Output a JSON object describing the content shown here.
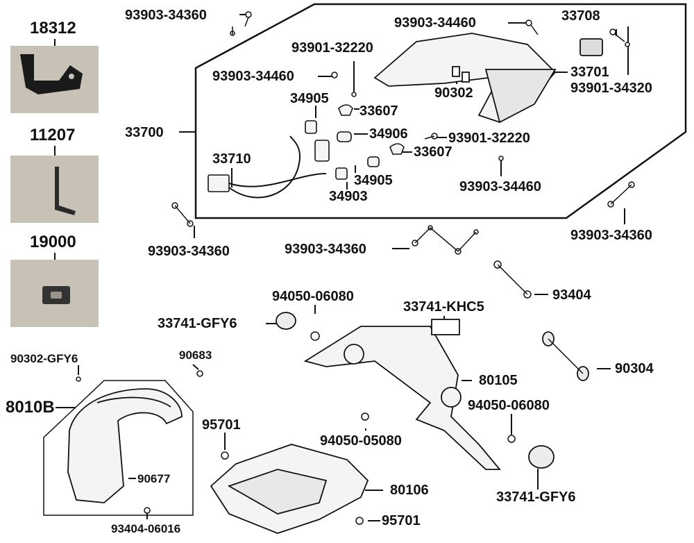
{
  "thumbnails": [
    {
      "part": "18312",
      "name": "bracket"
    },
    {
      "part": "11207",
      "name": "hex-key"
    },
    {
      "part": "19000",
      "name": "clip-nut"
    }
  ],
  "labels": {
    "p_93903_34360_a": "93903-34360",
    "p_93903_34460_a": "93903-34460",
    "p_33708": "33708",
    "p_93901_32220_a": "93901-32220",
    "p_93903_34460_b": "93903-34460",
    "p_33701": "33701",
    "p_93901_34320": "93901-34320",
    "p_90302": "90302",
    "p_34905_a": "34905",
    "p_33607_a": "33607",
    "p_33700": "33700",
    "p_34906": "34906",
    "p_93901_32220_b": "93901-32220",
    "p_33710": "33710",
    "p_33607_b": "33607",
    "p_34905_b": "34905",
    "p_34903": "34903",
    "p_93903_34460_c": "93903-34460",
    "p_93903_34360_b": "93903-34360",
    "p_93903_34360_c": "93903-34360",
    "p_93903_34360_d": "93903-34360",
    "p_94050_06080_a": "94050-06080",
    "p_93404": "93404",
    "p_33741_khc5": "33741-KHC5",
    "p_33741_gfy6_a": "33741-GFY6",
    "p_90302_gfy6": "90302-GFY6",
    "p_90683": "90683",
    "p_8010b": "8010B",
    "p_90304": "90304",
    "p_80105": "80105",
    "p_94050_06080_b": "94050-06080",
    "p_95701_a": "95701",
    "p_94050_05080": "94050-05080",
    "p_90677": "90677",
    "p_80106": "80106",
    "p_33741_gfy6_b": "33741-GFY6",
    "p_95701_b": "95701",
    "p_93404_06016": "93404-06016"
  },
  "colors": {
    "line": "#111111",
    "photo_bg": "#c8c2b6",
    "part_fill": "#f4f4f4"
  }
}
